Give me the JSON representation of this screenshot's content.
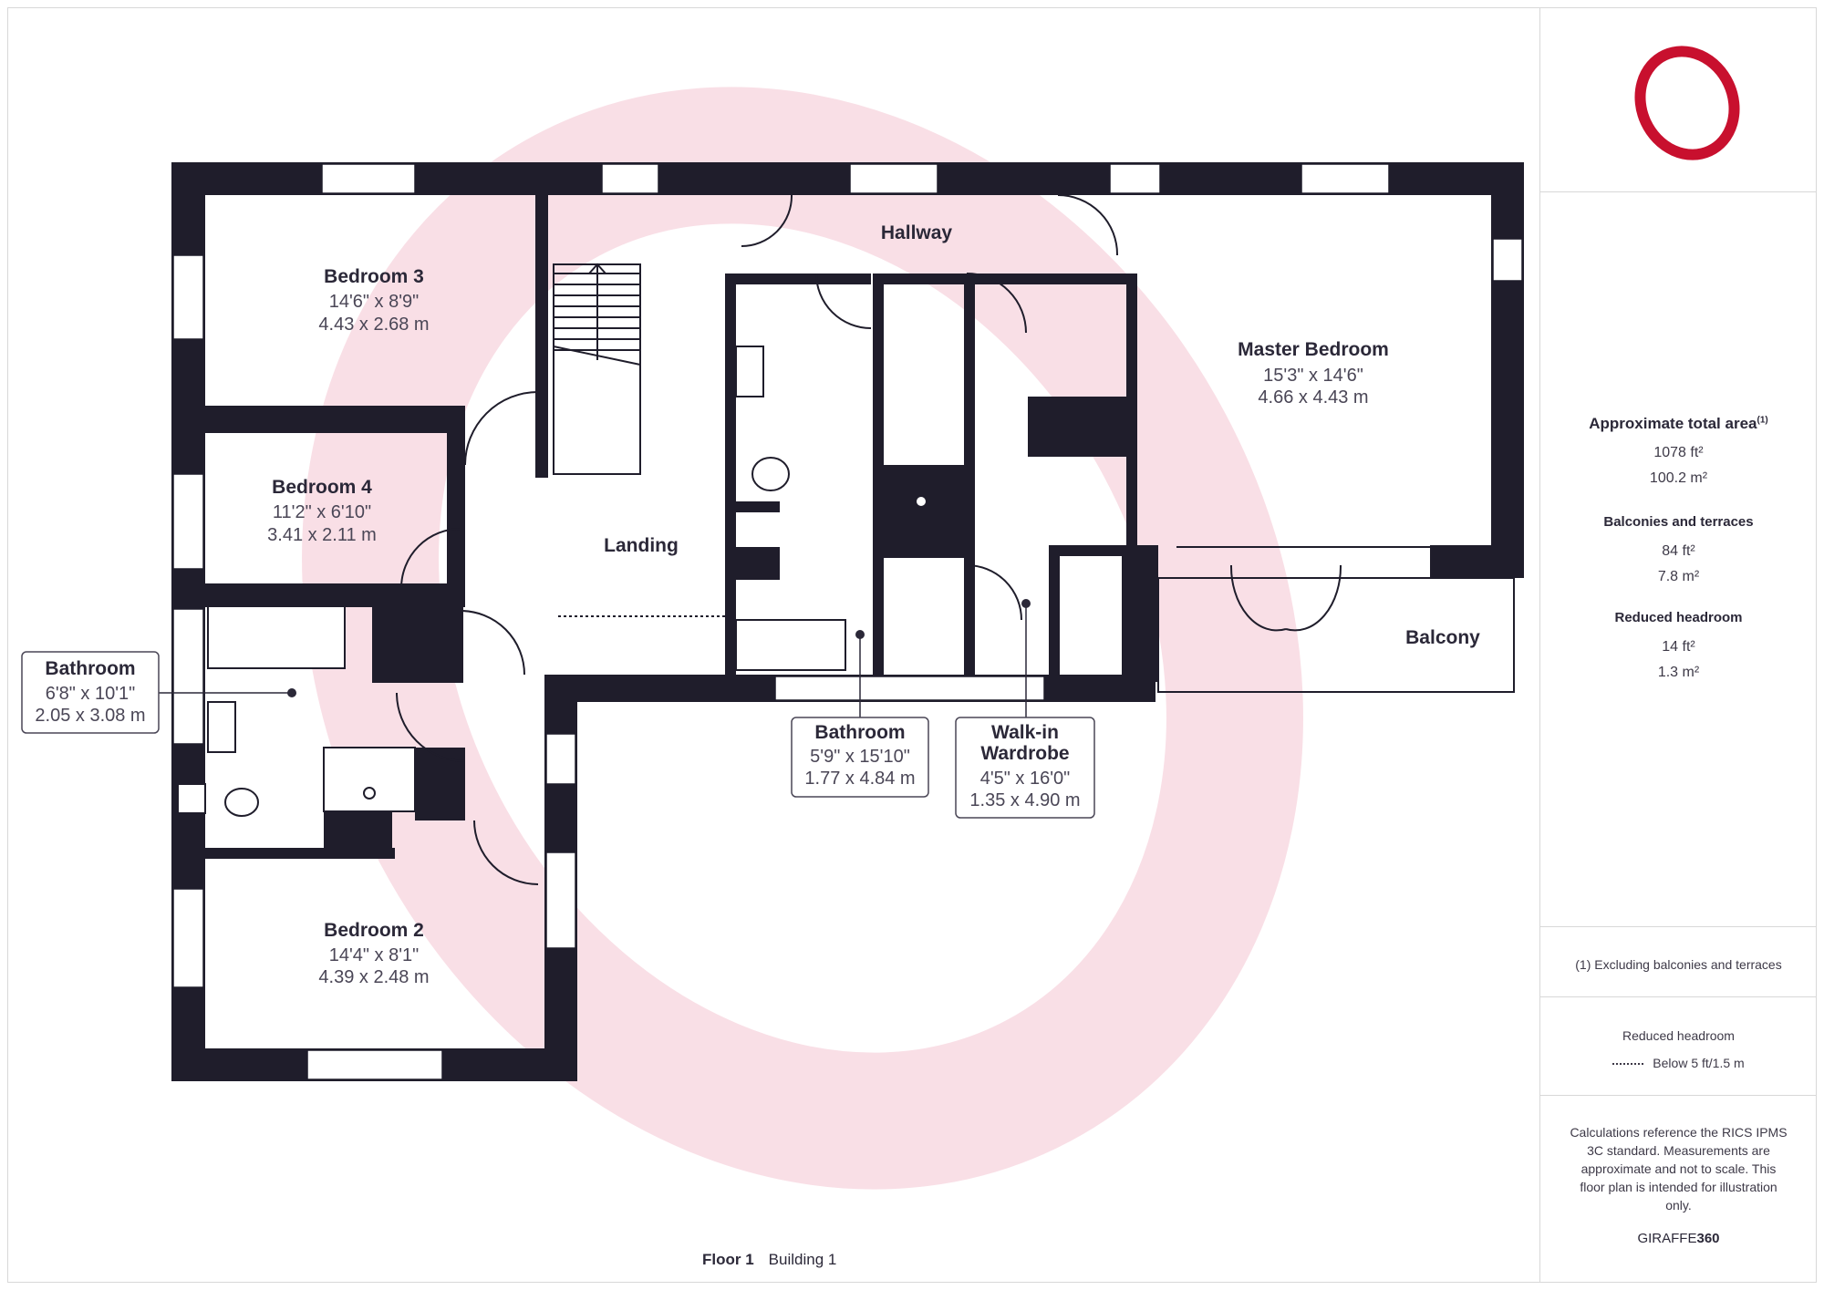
{
  "rooms": {
    "bedroom3": {
      "name": "Bedroom 3",
      "imperial": "14'6\" x 8'9\"",
      "metric": "4.43 x 2.68 m"
    },
    "hallway": {
      "name": "Hallway"
    },
    "master": {
      "name": "Master Bedroom",
      "imperial": "15'3\" x 14'6\"",
      "metric": "4.66 x 4.43 m"
    },
    "bedroom4": {
      "name": "Bedroom 4",
      "imperial": "11'2\" x 6'10\"",
      "metric": "3.41 x 2.11 m"
    },
    "landing": {
      "name": "Landing"
    },
    "balcony": {
      "name": "Balcony"
    },
    "bathroom_left": {
      "name": "Bathroom",
      "imperial": "6'8\" x 10'1\"",
      "metric": "2.05 x 3.08 m"
    },
    "bathroom_mid": {
      "name": "Bathroom",
      "imperial": "5'9\" x 15'10\"",
      "metric": "1.77 x 4.84 m"
    },
    "wardrobe": {
      "name_line1": "Walk-in",
      "name_line2": "Wardrobe",
      "imperial": "4'5\" x 16'0\"",
      "metric": "1.35 x 4.90 m"
    },
    "bedroom2": {
      "name": "Bedroom 2",
      "imperial": "14'4\" x 8'1\"",
      "metric": "4.39 x 2.48 m"
    }
  },
  "sidebar": {
    "total_area_label": "Approximate total area",
    "total_area_footnote": "(1)",
    "total_area_ft": "1078 ft²",
    "total_area_m": "100.2 m²",
    "balconies_label": "Balconies and terraces",
    "balconies_ft": "84 ft²",
    "balconies_m": "7.8 m²",
    "headroom_label": "Reduced headroom",
    "headroom_ft": "14 ft²",
    "headroom_m": "1.3 m²",
    "footnote": "(1) Excluding balconies and terraces",
    "legend_title": "Reduced headroom",
    "legend_item": "Below 5 ft/1.5 m",
    "disclaimer": "Calculations reference the RICS IPMS 3C standard. Measurements are approximate and not to scale. This floor plan is intended for illustration only.",
    "brand_light": "GIRAFFE",
    "brand_bold": "360"
  },
  "footer": {
    "floor": "Floor 1",
    "building": "Building 1"
  },
  "colors": {
    "wall": "#1f1d2b",
    "watermark": "#f7d9e0",
    "logo": "#c8102e"
  }
}
